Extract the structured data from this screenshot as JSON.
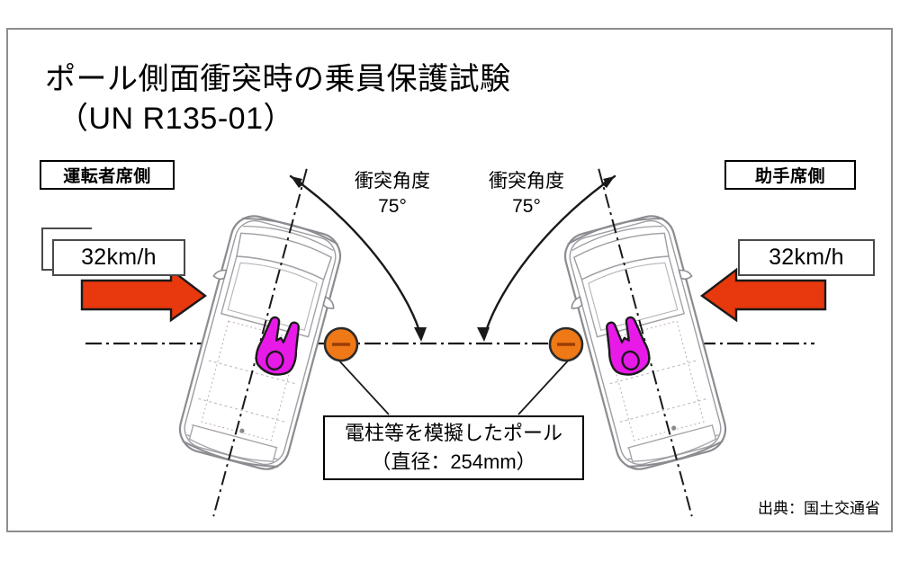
{
  "document": {
    "title_line1": "ポール側面衝突時の乗員保護試験",
    "title_line2": "（UN R135-01）",
    "source": "出典：国土交通省"
  },
  "labels": {
    "driver_side": "運転者席側",
    "passenger_side": "助手席側",
    "speed_left": "32km/h",
    "speed_right": "32km/h"
  },
  "angles": {
    "left_caption": "衝突角度",
    "left_value": "75°",
    "right_caption": "衝突角度",
    "right_value": "75°"
  },
  "pole_callout": {
    "line1": "電柱等を模擬したポール",
    "line2": "（直径：254mm）"
  },
  "colors": {
    "arrow_fill": "#e8380d",
    "arrow_stroke": "#1a1a1a",
    "pole_fill": "#ef7917",
    "pole_stroke": "#2b2b2b",
    "pole_dash": "#9c3d06",
    "dummy_fill": "#e81ae8",
    "dummy_stroke": "#1a1a1a",
    "vehicle_stroke": "#8b8b91",
    "frame_border": "#8d8d8d",
    "centerline": "#1a1a1a"
  },
  "diagram": {
    "type": "technical-diagram",
    "scene": "UN R135-01 pole side impact occupant protection test",
    "vehicle_left": {
      "name": "driver-side-test-vehicle",
      "tilt_degrees": 15,
      "impact_direction": "right",
      "impact_speed": "32km/h",
      "impact_angle": "75°"
    },
    "vehicle_right": {
      "name": "passenger-side-test-vehicle",
      "tilt_degrees": -15,
      "impact_direction": "left",
      "impact_speed": "32km/h",
      "impact_angle": "75°"
    },
    "pole": {
      "diameter_mm": 254,
      "description": "電柱等を模擬したポール"
    }
  }
}
